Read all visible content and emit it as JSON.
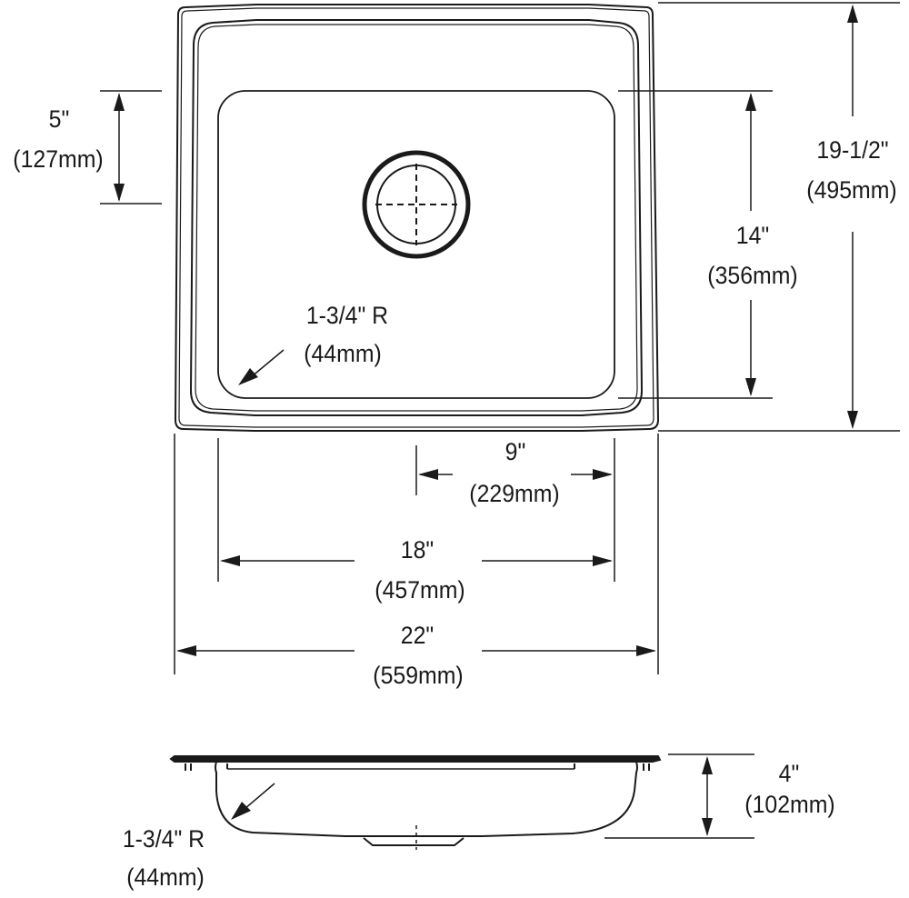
{
  "drawing": {
    "type": "sink dimension drawing",
    "views": [
      "top view",
      "side section view"
    ]
  },
  "dimensions": {
    "bowl_offset": {
      "imperial": "5\"",
      "metric": "(127mm)"
    },
    "overall_depth_front_to_back": {
      "imperial": "19-1/2\"",
      "metric": "(495mm)"
    },
    "bowl_front_to_back": {
      "imperial": "14\"",
      "metric": "(356mm)"
    },
    "corner_radius_top": {
      "imperial": "1-3/4\" R",
      "metric": "(44mm)"
    },
    "drain_center": {
      "imperial": "9\"",
      "metric": "(229mm)"
    },
    "bowl_width": {
      "imperial": "18\"",
      "metric": "(457mm)"
    },
    "overall_width": {
      "imperial": "22\"",
      "metric": "(559mm)"
    },
    "bowl_depth": {
      "imperial": "4\"",
      "metric": "(102mm)"
    },
    "corner_radius_side": {
      "imperial": "1-3/4\" R",
      "metric": "(44mm)"
    }
  },
  "colors": {
    "line": "#1a1a1a",
    "background": "#ffffff"
  }
}
